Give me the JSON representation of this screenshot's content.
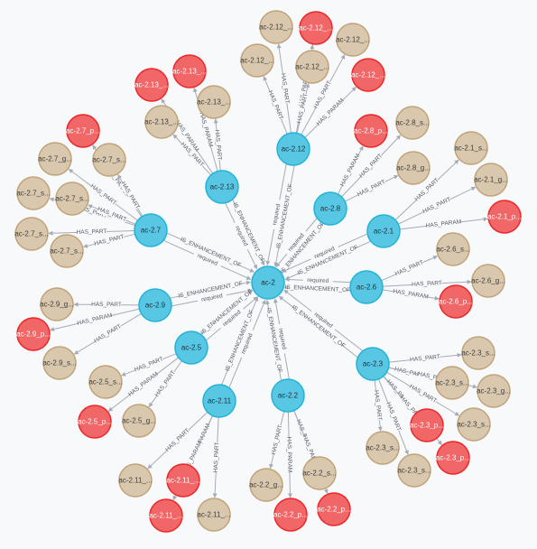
{
  "colors": {
    "component_fill": "#57c7e3",
    "component_stroke": "#23b3d7",
    "component_text": "#1f2d3d",
    "param_fill": "#f16667",
    "param_stroke": "#eb2728",
    "param_text": "#ffffff",
    "part_fill": "#d9c8ae",
    "part_stroke": "#c0a378",
    "part_text": "#3d3d3d",
    "edge": "#a5abb6",
    "background": "#f8f9fb"
  },
  "edge_types": {
    "enh": "IS_ENHANCEMENT_OF",
    "req": "required",
    "part": "HAS_PART",
    "param": "HAS_PARAM"
  },
  "nodes": [
    {
      "id": "ac-2",
      "label": "ac-2",
      "kind": "component"
    },
    {
      "id": "ac-2.12",
      "label": "ac-2.12",
      "kind": "component"
    },
    {
      "id": "ac-2.13",
      "label": "ac-2.13",
      "kind": "component"
    },
    {
      "id": "ac-2.7",
      "label": "ac-2.7",
      "kind": "component"
    },
    {
      "id": "ac-2.8",
      "label": "ac-2.8",
      "kind": "component"
    },
    {
      "id": "ac-2.1",
      "label": "ac-2.1",
      "kind": "component"
    },
    {
      "id": "ac-2.6",
      "label": "ac-2.6",
      "kind": "component"
    },
    {
      "id": "ac-2.9",
      "label": "ac-2.9",
      "kind": "component"
    },
    {
      "id": "ac-2.5",
      "label": "ac-2.5",
      "kind": "component"
    },
    {
      "id": "ac-2.11",
      "label": "ac-2.11",
      "kind": "component"
    },
    {
      "id": "ac-2.2",
      "label": "ac-2.2",
      "kind": "component"
    },
    {
      "id": "ac-2.3",
      "label": "ac-2.3",
      "kind": "component"
    },
    {
      "id": "p12a",
      "label": "ac-2.12_...",
      "kind": "part"
    },
    {
      "id": "r12a",
      "label": "ac-2.12_...",
      "kind": "param"
    },
    {
      "id": "p12b",
      "label": "ac-2.12_...",
      "kind": "part"
    },
    {
      "id": "p12c",
      "label": "ac-2.12_...",
      "kind": "part"
    },
    {
      "id": "p12d",
      "label": "ac-2.12_...",
      "kind": "part"
    },
    {
      "id": "r12b",
      "label": "ac-2.12_...",
      "kind": "param"
    },
    {
      "id": "r13a",
      "label": "ac-2.13_...",
      "kind": "param"
    },
    {
      "id": "r13b",
      "label": "ac-2.13_...",
      "kind": "param"
    },
    {
      "id": "p13a",
      "label": "ac-2.13_...",
      "kind": "part"
    },
    {
      "id": "p13b",
      "label": "ac-2.13_...",
      "kind": "part"
    },
    {
      "id": "r7a",
      "label": "ac-2.7_p...",
      "kind": "param"
    },
    {
      "id": "p7a",
      "label": "ac-2.7_g...",
      "kind": "part"
    },
    {
      "id": "p7b",
      "label": "ac-2.7_s...",
      "kind": "part"
    },
    {
      "id": "p7c",
      "label": "ac-2.7_s...",
      "kind": "part"
    },
    {
      "id": "p7d",
      "label": "ac-2.7_s...",
      "kind": "part"
    },
    {
      "id": "p7e",
      "label": "ac-2.7_s...",
      "kind": "part"
    },
    {
      "id": "p7f",
      "label": "ac-2.7_s...",
      "kind": "part"
    },
    {
      "id": "r8a",
      "label": "ac-2.8_p...",
      "kind": "param"
    },
    {
      "id": "p8a",
      "label": "ac-2.8_s...",
      "kind": "part"
    },
    {
      "id": "p8b",
      "label": "ac-2.8_g...",
      "kind": "part"
    },
    {
      "id": "p1a",
      "label": "ac-2.1_s...",
      "kind": "part"
    },
    {
      "id": "p1b",
      "label": "ac-2.1_g...",
      "kind": "part"
    },
    {
      "id": "r1a",
      "label": "ac-2.1_p...",
      "kind": "param"
    },
    {
      "id": "p6a",
      "label": "ac-2.6_s...",
      "kind": "part"
    },
    {
      "id": "p6b",
      "label": "ac-2.6_g...",
      "kind": "part"
    },
    {
      "id": "r6a",
      "label": "ac-2.6_p...",
      "kind": "param"
    },
    {
      "id": "p9a",
      "label": "ac-2.9_g...",
      "kind": "part"
    },
    {
      "id": "r9a",
      "label": "ac-2.9_p...",
      "kind": "param"
    },
    {
      "id": "p9b",
      "label": "ac-2.9_s...",
      "kind": "part"
    },
    {
      "id": "p5a",
      "label": "ac-2.5_s...",
      "kind": "part"
    },
    {
      "id": "r5a",
      "label": "ac-2.5_p...",
      "kind": "param"
    },
    {
      "id": "p5b",
      "label": "ac-2.5_g...",
      "kind": "part"
    },
    {
      "id": "p11a",
      "label": "ac-2.11_...",
      "kind": "part"
    },
    {
      "id": "r11a",
      "label": "ac-2.11_...",
      "kind": "param"
    },
    {
      "id": "r11b",
      "label": "ac-2.11_...",
      "kind": "param"
    },
    {
      "id": "p11b",
      "label": "ac-2.11_...",
      "kind": "part"
    },
    {
      "id": "p22a",
      "label": "ac-2.2_g...",
      "kind": "part"
    },
    {
      "id": "r22a",
      "label": "ac-2.2_p...",
      "kind": "param"
    },
    {
      "id": "p22b",
      "label": "ac-2.2_s...",
      "kind": "part"
    },
    {
      "id": "r22b",
      "label": "ac-2.2_p...",
      "kind": "param"
    },
    {
      "id": "p3a",
      "label": "ac-2.3_s...",
      "kind": "part"
    },
    {
      "id": "p3b",
      "label": "ac-2.3_s...",
      "kind": "part"
    },
    {
      "id": "p3c",
      "label": "ac-2.3_g...",
      "kind": "part"
    },
    {
      "id": "p3d",
      "label": "ac-2.3_s...",
      "kind": "part"
    },
    {
      "id": "r3a",
      "label": "ac-2.3_p...",
      "kind": "param"
    },
    {
      "id": "r3b",
      "label": "ac-2.3_p...",
      "kind": "param"
    },
    {
      "id": "p3e",
      "label": "ac-2.3_s...",
      "kind": "part"
    },
    {
      "id": "p3f",
      "label": "ac-2.3_s...",
      "kind": "part"
    }
  ],
  "edges": [
    {
      "from": "ac-2.12",
      "to": "ac-2",
      "type": "enh"
    },
    {
      "from": "ac-2.12",
      "to": "ac-2",
      "type": "req"
    },
    {
      "from": "ac-2.13",
      "to": "ac-2",
      "type": "enh"
    },
    {
      "from": "ac-2.13",
      "to": "ac-2",
      "type": "req"
    },
    {
      "from": "ac-2.7",
      "to": "ac-2",
      "type": "enh"
    },
    {
      "from": "ac-2.7",
      "to": "ac-2",
      "type": "req"
    },
    {
      "from": "ac-2.8",
      "to": "ac-2",
      "type": "enh"
    },
    {
      "from": "ac-2.8",
      "to": "ac-2",
      "type": "req"
    },
    {
      "from": "ac-2.1",
      "to": "ac-2",
      "type": "enh"
    },
    {
      "from": "ac-2.1",
      "to": "ac-2",
      "type": "req"
    },
    {
      "from": "ac-2.6",
      "to": "ac-2",
      "type": "enh"
    },
    {
      "from": "ac-2.6",
      "to": "ac-2",
      "type": "req"
    },
    {
      "from": "ac-2.9",
      "to": "ac-2",
      "type": "enh"
    },
    {
      "from": "ac-2.9",
      "to": "ac-2",
      "type": "req"
    },
    {
      "from": "ac-2.5",
      "to": "ac-2",
      "type": "enh"
    },
    {
      "from": "ac-2.5",
      "to": "ac-2",
      "type": "req"
    },
    {
      "from": "ac-2.11",
      "to": "ac-2",
      "type": "enh"
    },
    {
      "from": "ac-2.11",
      "to": "ac-2",
      "type": "req"
    },
    {
      "from": "ac-2.2",
      "to": "ac-2",
      "type": "enh"
    },
    {
      "from": "ac-2.2",
      "to": "ac-2",
      "type": "req"
    },
    {
      "from": "ac-2.3",
      "to": "ac-2",
      "type": "enh"
    },
    {
      "from": "ac-2.3",
      "to": "ac-2",
      "type": "req"
    },
    {
      "from": "ac-2.12",
      "to": "p12a",
      "type": "part"
    },
    {
      "from": "ac-2.12",
      "to": "r12a",
      "type": "param"
    },
    {
      "from": "ac-2.12",
      "to": "p12b",
      "type": "part"
    },
    {
      "from": "ac-2.12",
      "to": "p12c",
      "type": "part"
    },
    {
      "from": "ac-2.12",
      "to": "p12d",
      "type": "part"
    },
    {
      "from": "ac-2.12",
      "to": "r12b",
      "type": "param"
    },
    {
      "from": "ac-2.13",
      "to": "r13a",
      "type": "param"
    },
    {
      "from": "ac-2.13",
      "to": "r13b",
      "type": "param"
    },
    {
      "from": "ac-2.13",
      "to": "p13a",
      "type": "part"
    },
    {
      "from": "ac-2.13",
      "to": "p13b",
      "type": "part"
    },
    {
      "from": "ac-2.7",
      "to": "r7a",
      "type": "param"
    },
    {
      "from": "ac-2.7",
      "to": "p7a",
      "type": "part"
    },
    {
      "from": "ac-2.7",
      "to": "p7b",
      "type": "part"
    },
    {
      "from": "ac-2.7",
      "to": "p7c",
      "type": "part"
    },
    {
      "from": "ac-2.7",
      "to": "p7d",
      "type": "part"
    },
    {
      "from": "ac-2.7",
      "to": "p7e",
      "type": "part"
    },
    {
      "from": "ac-2.7",
      "to": "p7f",
      "type": "part"
    },
    {
      "from": "ac-2.8",
      "to": "r8a",
      "type": "param"
    },
    {
      "from": "ac-2.8",
      "to": "p8a",
      "type": "part"
    },
    {
      "from": "ac-2.8",
      "to": "p8b",
      "type": "part"
    },
    {
      "from": "ac-2.1",
      "to": "p1a",
      "type": "part"
    },
    {
      "from": "ac-2.1",
      "to": "p1b",
      "type": "part"
    },
    {
      "from": "ac-2.1",
      "to": "r1a",
      "type": "param"
    },
    {
      "from": "ac-2.6",
      "to": "p6a",
      "type": "part"
    },
    {
      "from": "ac-2.6",
      "to": "p6b",
      "type": "part"
    },
    {
      "from": "ac-2.6",
      "to": "r6a",
      "type": "param"
    },
    {
      "from": "ac-2.9",
      "to": "p9a",
      "type": "part"
    },
    {
      "from": "ac-2.9",
      "to": "r9a",
      "type": "param"
    },
    {
      "from": "ac-2.9",
      "to": "p9b",
      "type": "part"
    },
    {
      "from": "ac-2.5",
      "to": "p5a",
      "type": "part"
    },
    {
      "from": "ac-2.5",
      "to": "r5a",
      "type": "param"
    },
    {
      "from": "ac-2.5",
      "to": "p5b",
      "type": "part"
    },
    {
      "from": "ac-2.11",
      "to": "p11a",
      "type": "part"
    },
    {
      "from": "ac-2.11",
      "to": "r11a",
      "type": "param"
    },
    {
      "from": "ac-2.11",
      "to": "r11b",
      "type": "param"
    },
    {
      "from": "ac-2.11",
      "to": "p11b",
      "type": "part"
    },
    {
      "from": "ac-2.2",
      "to": "p22a",
      "type": "part"
    },
    {
      "from": "ac-2.2",
      "to": "r22a",
      "type": "param"
    },
    {
      "from": "ac-2.2",
      "to": "p22b",
      "type": "part"
    },
    {
      "from": "ac-2.2",
      "to": "r22b",
      "type": "param"
    },
    {
      "from": "ac-2.3",
      "to": "p3a",
      "type": "part"
    },
    {
      "from": "ac-2.3",
      "to": "p3b",
      "type": "param"
    },
    {
      "from": "ac-2.3",
      "to": "p3c",
      "type": "part"
    },
    {
      "from": "ac-2.3",
      "to": "p3d",
      "type": "part"
    },
    {
      "from": "ac-2.3",
      "to": "r3a",
      "type": "param"
    },
    {
      "from": "ac-2.3",
      "to": "r3b",
      "type": "param"
    },
    {
      "from": "ac-2.3",
      "to": "p3e",
      "type": "part"
    },
    {
      "from": "ac-2.3",
      "to": "p3f",
      "type": "part"
    }
  ]
}
